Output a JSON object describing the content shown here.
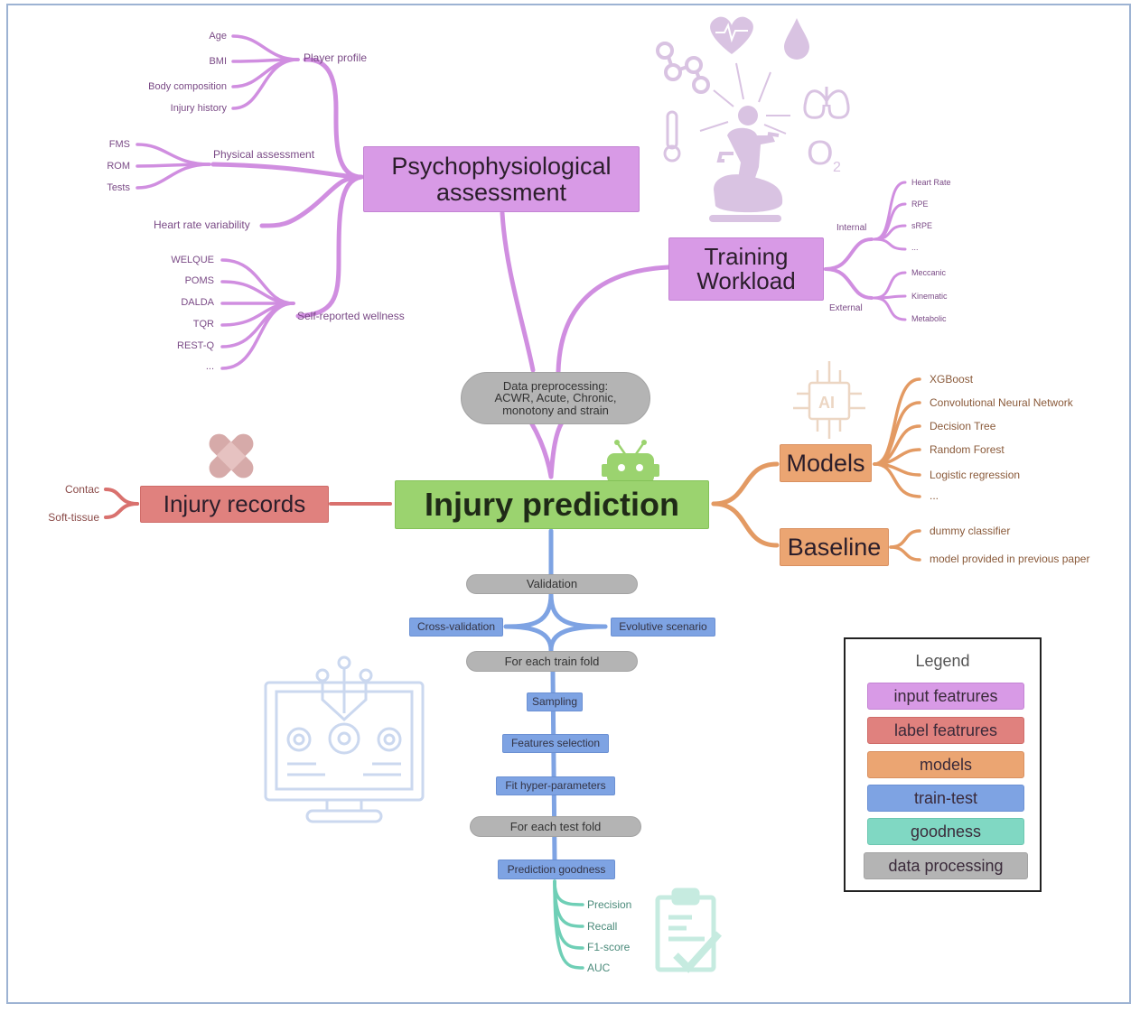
{
  "diagram": {
    "center": {
      "label": "Injury prediction"
    },
    "preprocessing": {
      "label_lines": [
        "Data preprocessing:",
        "ACWR, Acute, Chronic,",
        "monotony and strain"
      ]
    },
    "psycho": {
      "label_lines": [
        "Psychophysiological",
        "assessment"
      ],
      "groups": [
        {
          "label": "Player profile",
          "items": [
            "Age",
            "BMI",
            "Body composition",
            "Injury history"
          ]
        },
        {
          "label": "Physical assessment",
          "items": [
            "FMS",
            "ROM",
            "Tests"
          ]
        },
        {
          "label": "Heart rate variability",
          "items": []
        },
        {
          "label": "Self-reported wellness",
          "items": [
            "WELQUE",
            "POMS",
            "DALDA",
            "TQR",
            "REST-Q",
            "..."
          ]
        }
      ]
    },
    "workload": {
      "label_lines": [
        "Training",
        "Workload"
      ],
      "groups": [
        {
          "label": "Internal",
          "items": [
            "Heart Rate",
            "RPE",
            "sRPE",
            "..."
          ]
        },
        {
          "label": "External",
          "items": [
            "Meccanic",
            "Kinematic",
            "Metabolic"
          ]
        }
      ]
    },
    "injury_records": {
      "label": "Injury records",
      "items": [
        "Contac",
        "Soft-tissue"
      ]
    },
    "models": {
      "label": "Models",
      "items": [
        "XGBoost",
        "Convolutional Neural Network",
        "Decision Tree",
        "Random Forest",
        "Logistic regression",
        "..."
      ]
    },
    "baseline": {
      "label": "Baseline",
      "items": [
        "dummy classifier",
        "model provided in previous paper"
      ]
    },
    "validation": {
      "label": "Validation",
      "options": [
        "Cross-validation",
        "Evolutive scenario"
      ],
      "train_fold": "For each train fold",
      "steps": [
        "Sampling",
        "Features selection",
        "Fit hyper-parameters"
      ],
      "test_fold": "For each test fold",
      "goodness": "Prediction goodness",
      "metrics": [
        "Precision",
        "Recall",
        "F1-score",
        "AUC"
      ]
    },
    "icons": [
      "molecule-icon",
      "heart-rate-icon",
      "drop-icon",
      "lungs-icon",
      "thermometer-icon",
      "o2-icon",
      "exercise-bike-icon",
      "ai-chip-icon",
      "bandage-icon",
      "robot-icon",
      "monitor-gear-icon",
      "clipboard-check-icon"
    ]
  },
  "legend": {
    "title": "Legend",
    "items": [
      {
        "label": "input featrures",
        "color": "#d89ae6"
      },
      {
        "label": "label featrures",
        "color": "#e0817e"
      },
      {
        "label": "models",
        "color": "#eba572"
      },
      {
        "label": "train-test",
        "color": "#7ea3e3"
      },
      {
        "label": "goodness",
        "color": "#80d8c3"
      },
      {
        "label": "data processing",
        "color": "#b4b4b4"
      }
    ]
  },
  "colors": {
    "purple": "#d89ae6",
    "purple_link": "#d08ee0",
    "red": "#e0817e",
    "orange": "#eba572",
    "blue": "#7ea3e3",
    "teal": "#80d8c3",
    "green": "#9bd36f",
    "gray": "#b4b4b4",
    "frame": "#9db3d3"
  }
}
